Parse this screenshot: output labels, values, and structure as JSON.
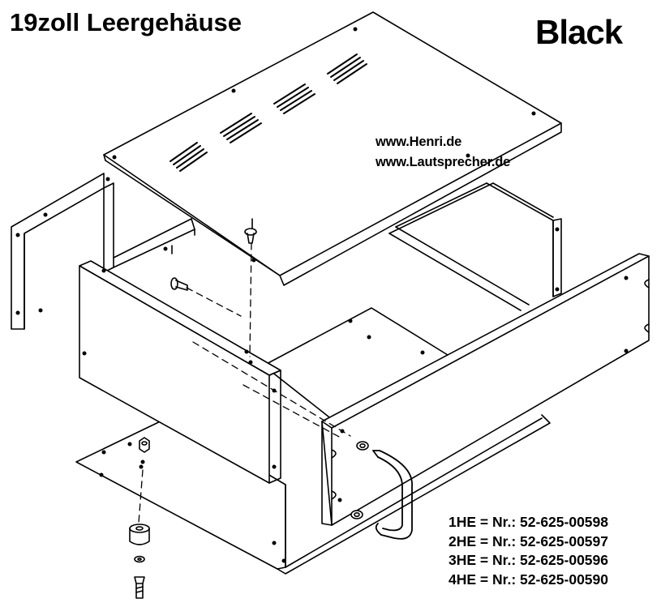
{
  "header": {
    "title": "19zoll Leergehäuse",
    "brand": "Black"
  },
  "links": [
    "www.Henri.de",
    "www.Lautsprecher.de"
  ],
  "part_numbers": [
    "1HE = Nr.: 52-625-00598",
    "2HE = Nr.: 52-625-00597",
    "3HE = Nr.: 52-625-00596",
    "4HE = Nr.: 52-625-00590"
  ],
  "colors": {
    "ink": "#000000",
    "paper": "#ffffff"
  }
}
